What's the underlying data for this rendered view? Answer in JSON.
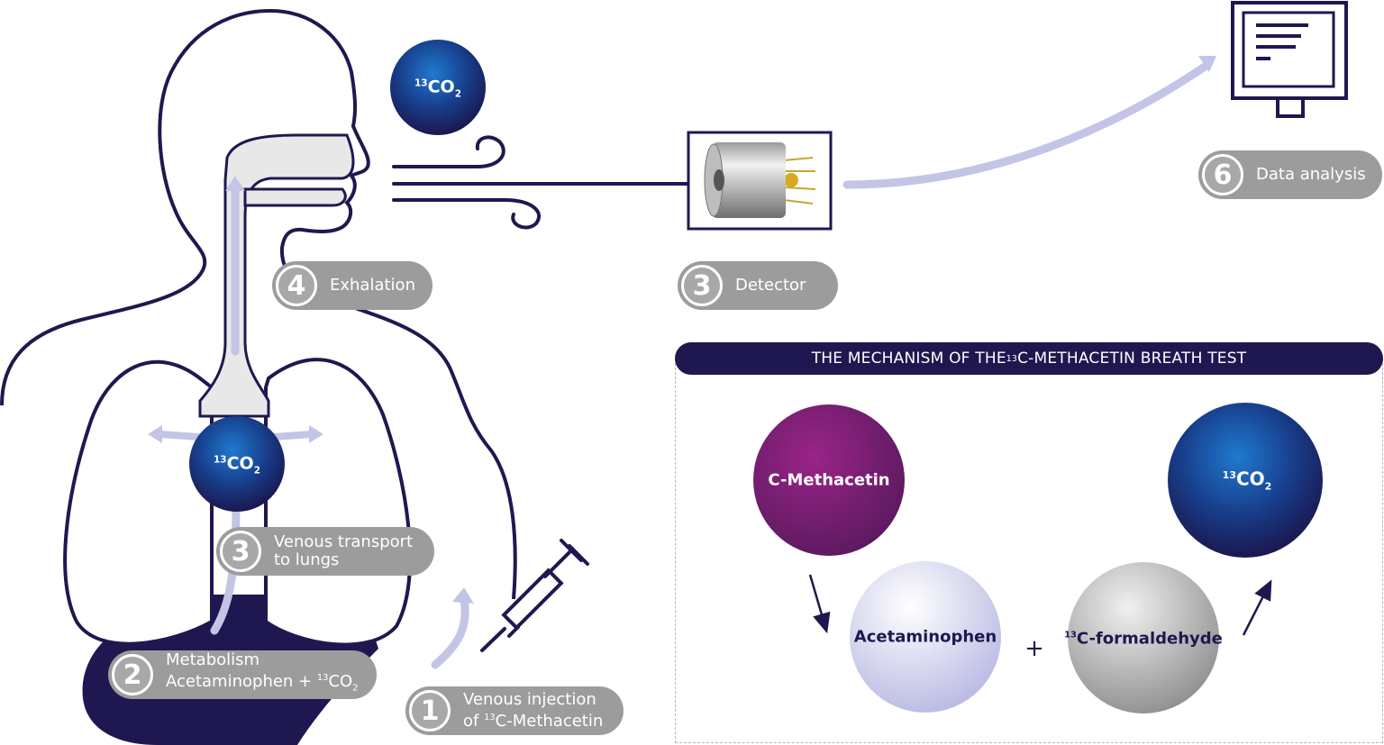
{
  "steps": [
    {
      "number": "1",
      "line1": "Venous injection",
      "line2_prefix": "of ",
      "line2_sup": "13",
      "line2_rest": "C-Methacetin"
    },
    {
      "number": "2",
      "line1": "Metabolism",
      "line2_prefix": "Acetaminophen + ",
      "line2_sup": "13",
      "line2_rest": "CO",
      "line2_sub": "2"
    },
    {
      "number": "3",
      "line1": "Venous transport",
      "line2": "to lungs"
    },
    {
      "number": "4",
      "label": "Exhalation"
    },
    {
      "number": "3",
      "label": "Detector"
    },
    {
      "number": "6",
      "label": "Data analysis"
    }
  ],
  "co2_molecule": {
    "sup": "13",
    "main": "CO",
    "sub": "2"
  },
  "mechanism": {
    "title_prefix": "THE MECHANISM OF THE ",
    "title_sup": "13",
    "title_rest": "C-METHACETIN BREATH TEST",
    "methacetin": "C-Methacetin",
    "acetaminophen": "Acetaminophen",
    "plus": "+",
    "formaldehyde_sup": "13",
    "formaldehyde_rest": "C-formaldehyde"
  },
  "colors": {
    "navy": "#1f1850",
    "lavender": "#c3c4e6",
    "pill_gray": "#9c9c9c",
    "purple": "#7b1a6e",
    "blue": "#1c64b8"
  }
}
